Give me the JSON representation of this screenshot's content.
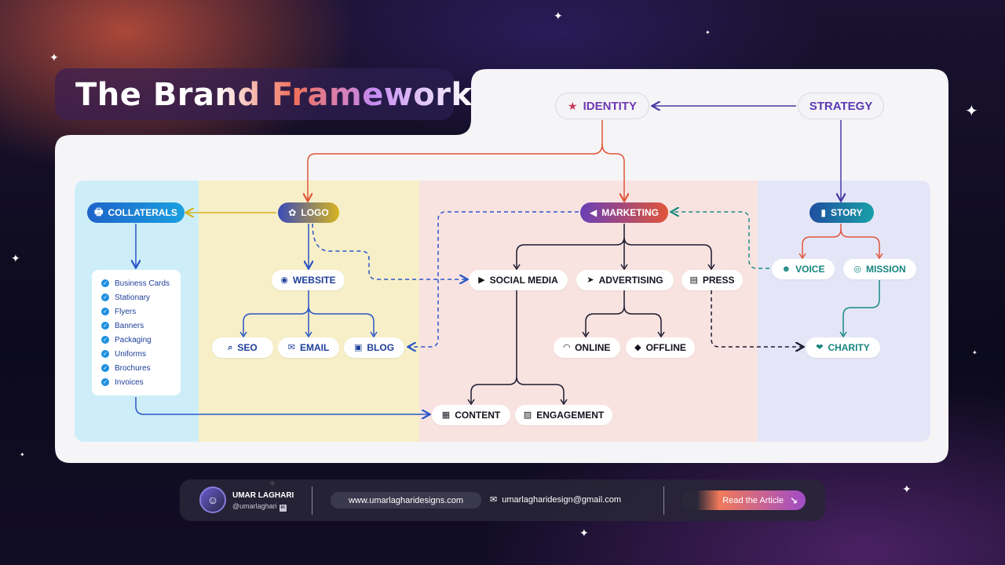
{
  "title": "The Brand Framework",
  "top_nodes": {
    "identity": {
      "label": "IDENTITY",
      "icon": "star-icon"
    },
    "strategy": {
      "label": "STRATEGY"
    }
  },
  "category_nodes": {
    "collaterals": {
      "label": "COLLATERALS",
      "icon": "printer-icon"
    },
    "logo": {
      "label": "LOGO",
      "icon": "logo-icon"
    },
    "marketing": {
      "label": "MARKETING",
      "icon": "megaphone-icon"
    },
    "story": {
      "label": "STORY",
      "icon": "book-icon"
    }
  },
  "collaterals_list": [
    "Business Cards",
    "Stationary",
    "Flyers",
    "Banners",
    "Packaging",
    "Uniforms",
    "Brochures",
    "Invoices"
  ],
  "nodes": {
    "website": {
      "label": "WEBSITE",
      "icon": "globe-icon"
    },
    "seo": {
      "label": "SEO",
      "icon": "search-icon"
    },
    "email": {
      "label": "EMAIL",
      "icon": "envelope-icon"
    },
    "blog": {
      "label": "BLOG",
      "icon": "browser-icon"
    },
    "social_media": {
      "label": "SOCIAL MEDIA",
      "icon": "play-icon"
    },
    "advertising": {
      "label": "ADVERTISING",
      "icon": "cursor-icon"
    },
    "press": {
      "label": "PRESS",
      "icon": "newspaper-icon"
    },
    "online": {
      "label": "ONLINE",
      "icon": "wifi-icon"
    },
    "offline": {
      "label": "OFFLINE",
      "icon": "tag-icon"
    },
    "content": {
      "label": "CONTENT",
      "icon": "layout-icon"
    },
    "engagement": {
      "label": "ENGAGEMENT",
      "icon": "image-icon"
    },
    "voice": {
      "label": "VOICE",
      "icon": "speaker-user-icon"
    },
    "mission": {
      "label": "MISSION",
      "icon": "target-icon"
    },
    "charity": {
      "label": "CHARITY",
      "icon": "hand-heart-icon"
    }
  },
  "footer": {
    "name": "UMAR LAGHARI",
    "handle": "@umarlaghari",
    "website": "www.umarlagharidesigns.com",
    "email": "umarlagharidesign@gmail.com",
    "cta": "Read the Article"
  },
  "colors": {
    "collaterals_col": "#cdeef8",
    "logo_col": "#f6efc8",
    "marketing_col": "#f9e3e1",
    "story_col": "#e4e6f8",
    "identity_lines": "#e0553a",
    "strategy_lines": "#4a3aa8",
    "blue_lines": "#2a56c8",
    "teal_lines": "#1a8a82",
    "dark_lines": "#1a1a2e"
  }
}
